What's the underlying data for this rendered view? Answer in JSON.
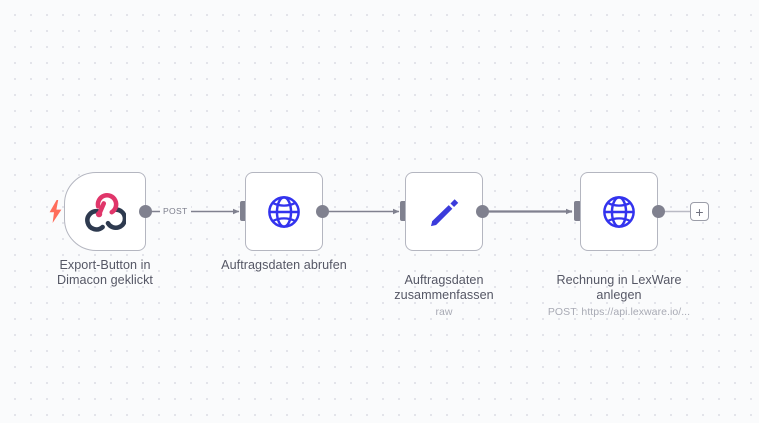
{
  "canvas": {
    "background_color": "#fafbfc",
    "grid_dot_color": "#e3e4ea"
  },
  "colors": {
    "node_border": "#b4b6c0",
    "node_background": "#ffffff",
    "connector": "#80818f",
    "label_text": "#555765",
    "sublabel_text": "#a8aab4",
    "trigger_bolt": "#ff6d5b",
    "webhook_dark": "#2e3a4f",
    "webhook_pink": "#e0366a",
    "icon_blue": "#3333ee"
  },
  "nodes": [
    {
      "id": "trigger",
      "label": "Export-Button in\nDimacon geklickt",
      "sublabel": "",
      "icon": "webhook-icon",
      "shape": "trigger",
      "has_bolt": true
    },
    {
      "id": "http-fetch",
      "label": "Auftragsdaten abrufen",
      "sublabel": "",
      "icon": "globe-icon",
      "shape": "rounded-square",
      "has_bolt": false
    },
    {
      "id": "edit-fields",
      "label": "Auftragsdaten\nzusammenfassen",
      "sublabel": "raw",
      "icon": "pencil-icon",
      "shape": "rounded-square",
      "has_bolt": false
    },
    {
      "id": "http-lexware",
      "label": "Rechnung in LexWare\nanlegen",
      "sublabel": "POST: https://api.lexware.io/...",
      "icon": "globe-icon",
      "shape": "rounded-square",
      "has_bolt": false
    }
  ],
  "connections": [
    {
      "from": "trigger",
      "to": "http-fetch",
      "label": "POST"
    },
    {
      "from": "http-fetch",
      "to": "edit-fields",
      "label": ""
    },
    {
      "from": "edit-fields",
      "to": "http-lexware",
      "label": ""
    }
  ],
  "add_button": {
    "label": "+"
  }
}
